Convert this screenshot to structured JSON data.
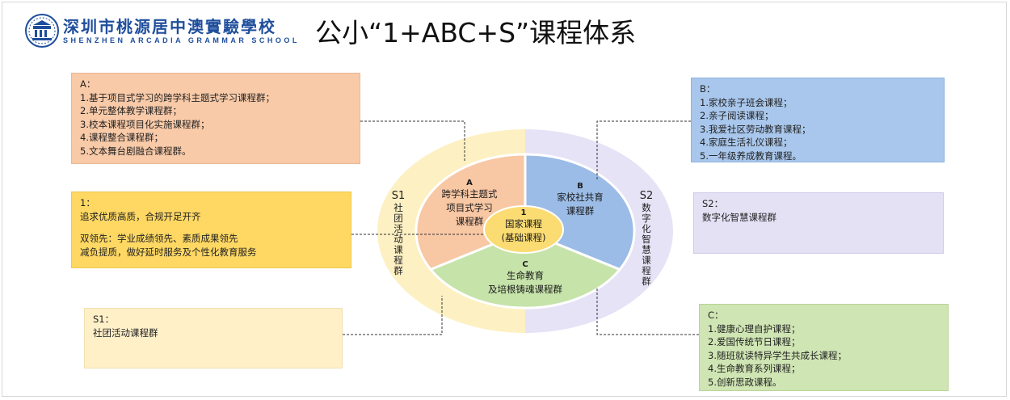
{
  "header": {
    "school_name_cn": "深圳市桃源居中澳實驗學校",
    "school_name_en": "SHENZHEN ARCADIA GRAMMAR SCHOOL",
    "title": "公小“1+ABC+S”课程体系"
  },
  "boxes": {
    "a": {
      "code": "A：",
      "items": [
        "1.基于项目式学习的跨学科主题式学习课程群；",
        "2.单元整体教学课程群；",
        "3.校本课程项目化实施课程群；",
        "4.课程整合课程群；",
        "5.文本舞台剧融合课程群。"
      ]
    },
    "one": {
      "code": "1：",
      "line1": "追求优质高质，合规开足开齐",
      "line2": "双领先：学业成绩领先、素质成果领先",
      "line3": "减负提质，做好延时服务及个性化教育服务"
    },
    "s1": {
      "code": "S1：",
      "text": "社团活动课程群"
    },
    "b": {
      "code": "B：",
      "items": [
        "1.家校亲子班会课程；",
        "2.亲子阅读课程；",
        "3.我爱社区劳动教育课程；",
        "4.家庭生活礼仪课程；",
        "5.一年级养成教育课程。"
      ]
    },
    "s2": {
      "code": "S2：",
      "text": "数字化智慧课程群"
    },
    "c": {
      "code": "C：",
      "items": [
        "1.健康心理自护课程；",
        "2.爱国传统节日课程；",
        "3.随班就读特异学生共成长课程；",
        "4.生命教育系列课程；",
        "5.创新思政课程。"
      ]
    }
  },
  "center": {
    "a_letter": "A",
    "a_label_1": "跨学科主题式",
    "a_label_2": "项目式学习",
    "a_label_3": "课程群",
    "b_letter": "B",
    "b_label_1": "家校社共育",
    "b_label_2": "课程群",
    "c_letter": "C",
    "c_label_1": "生命教育",
    "c_label_2": "及培根铸魂课程群",
    "core_number": "1",
    "core_label_1": "国家课程",
    "core_label_2": "(基础课程)"
  },
  "ring": {
    "s1_code": "S1",
    "s1_chars": [
      "社",
      "团",
      "活",
      "动",
      "课",
      "程",
      "群"
    ],
    "s2_code": "S2",
    "s2_chars": [
      "数",
      "字",
      "化",
      "智",
      "慧",
      "课",
      "程",
      "群"
    ]
  },
  "colors": {
    "brand_blue": "#1f4e9c",
    "segment_a": "#f8c7a4",
    "segment_b": "#9bbce6",
    "segment_c": "#c6e3aa",
    "core": "#fbdc73",
    "ring_left": "#fdf0c2",
    "ring_right": "#e7e3f6"
  }
}
